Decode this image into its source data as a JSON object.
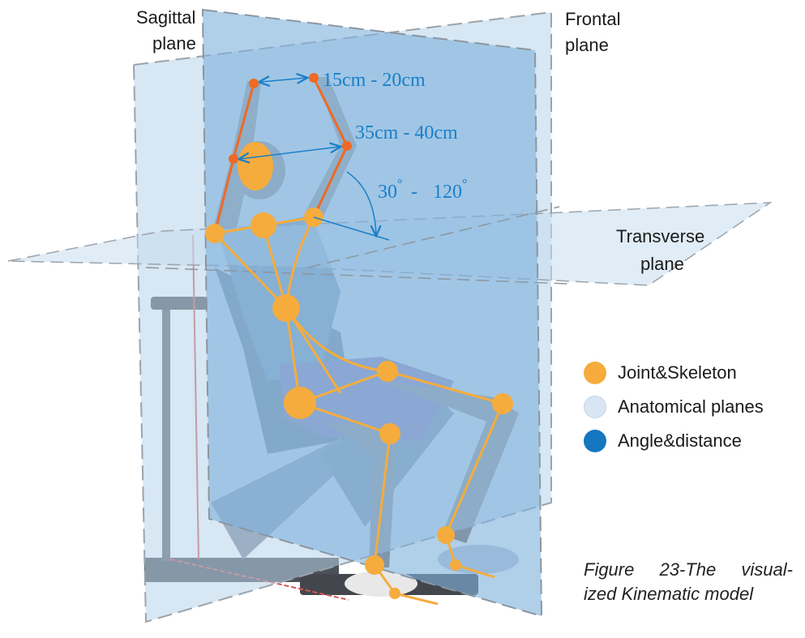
{
  "planes": {
    "sagittal_line1": "Sagittal",
    "sagittal_line2": "plane",
    "frontal_line1": "Frontal",
    "frontal_line2": "plane",
    "transverse_line1": "Transverse",
    "transverse_line2": "plane"
  },
  "measurements": {
    "hand_distance": "15cm - 20cm",
    "elbow_distance": "35cm - 40cm",
    "angle_range_a": "30",
    "angle_range_b": "120",
    "degree_symbol": "°",
    "separator": " - "
  },
  "legend": [
    {
      "label": "Joint&Skeleton",
      "color": "#f5ac3d"
    },
    {
      "label": "Anatomical planes",
      "color": "#d7e6f2"
    },
    {
      "label": "Angle&distance",
      "color": "#1477c0"
    }
  ],
  "caption": {
    "line1": "Figure 23-The visual-",
    "line2": "ized Kinematic model"
  },
  "colors": {
    "joint": "#f5ac3d",
    "upper_limb": "#ee6a24",
    "plane_fill": "#b7d3ea",
    "plane_front": "#7fb2dc",
    "measure": "#1b7fc9"
  }
}
